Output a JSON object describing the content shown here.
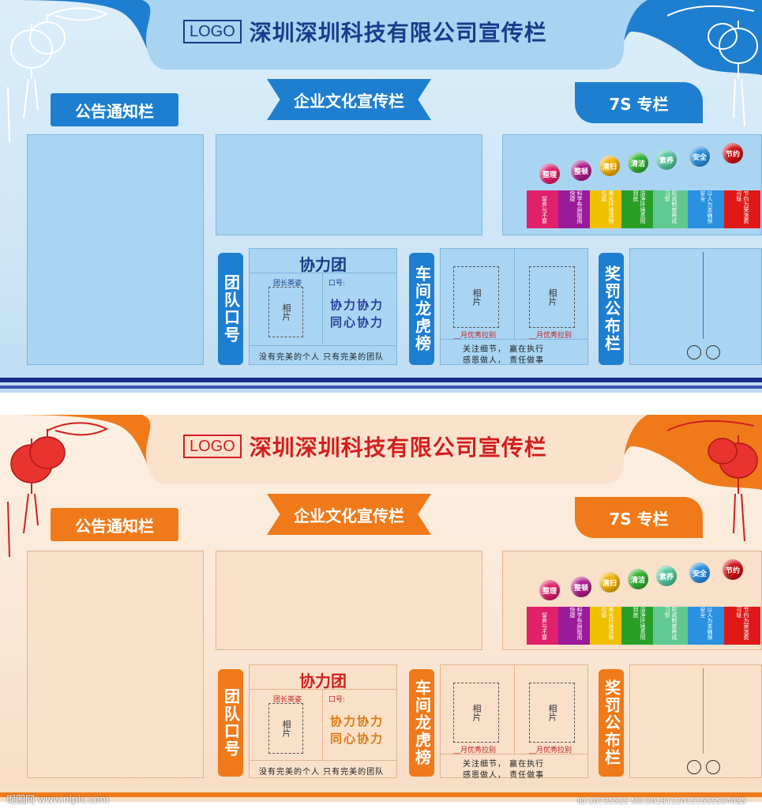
{
  "logo": "LOGO",
  "title": "深圳深圳科技有限公司宣传栏",
  "notice": "公告通知栏",
  "culture": "企业文化宣传栏",
  "s7": "7S 专栏",
  "team_slogan_label": "团队口号",
  "team": {
    "title": "协力团",
    "captain": "团长英姿",
    "slogan_label": "口号:",
    "slogan": [
      "协力协力",
      "同心协力"
    ],
    "photo": "相片",
    "footer": "没有完美的个人  只有完美的团队"
  },
  "dragon_label": "车间龙虎榜",
  "dragon": {
    "photo": "相片",
    "award": "__月优秀拉别",
    "motto1": "关注细节， 赢在执行",
    "motto2": "感恩做人， 责任做事"
  },
  "reward_label": "奖罚公布栏",
  "balls": [
    {
      "label": "整理",
      "color": "#e0206a"
    },
    {
      "label": "整顿",
      "color": "#b01a8a"
    },
    {
      "label": "清扫",
      "color": "#f0b000"
    },
    {
      "label": "清洁",
      "color": "#30b030"
    },
    {
      "label": "素养",
      "color": "#50c8a0"
    },
    {
      "label": "安全",
      "color": "#2a90e0"
    },
    {
      "label": "节约",
      "color": "#d01010"
    }
  ],
  "bins": [
    {
      "text": "留弃与不要",
      "color": "#e0206a"
    },
    {
      "text": "科学布局取用快捷",
      "color": "#9a1a9a"
    },
    {
      "text": "美化环境清除垃圾",
      "color": "#f0c000"
    },
    {
      "text": "洁净环境贯彻到底",
      "color": "#28a028"
    },
    {
      "text": "形成制度养成习惯",
      "color": "#60c890"
    },
    {
      "text": "以人为本确保安全",
      "color": "#2a90e0"
    },
    {
      "text": "节约为荣浪费可耻",
      "color": "#e01818"
    }
  ],
  "watermark_left": "昵图网 www.nipic.com",
  "watermark_right": "ID:10735525 NO:20181120151555534085"
}
